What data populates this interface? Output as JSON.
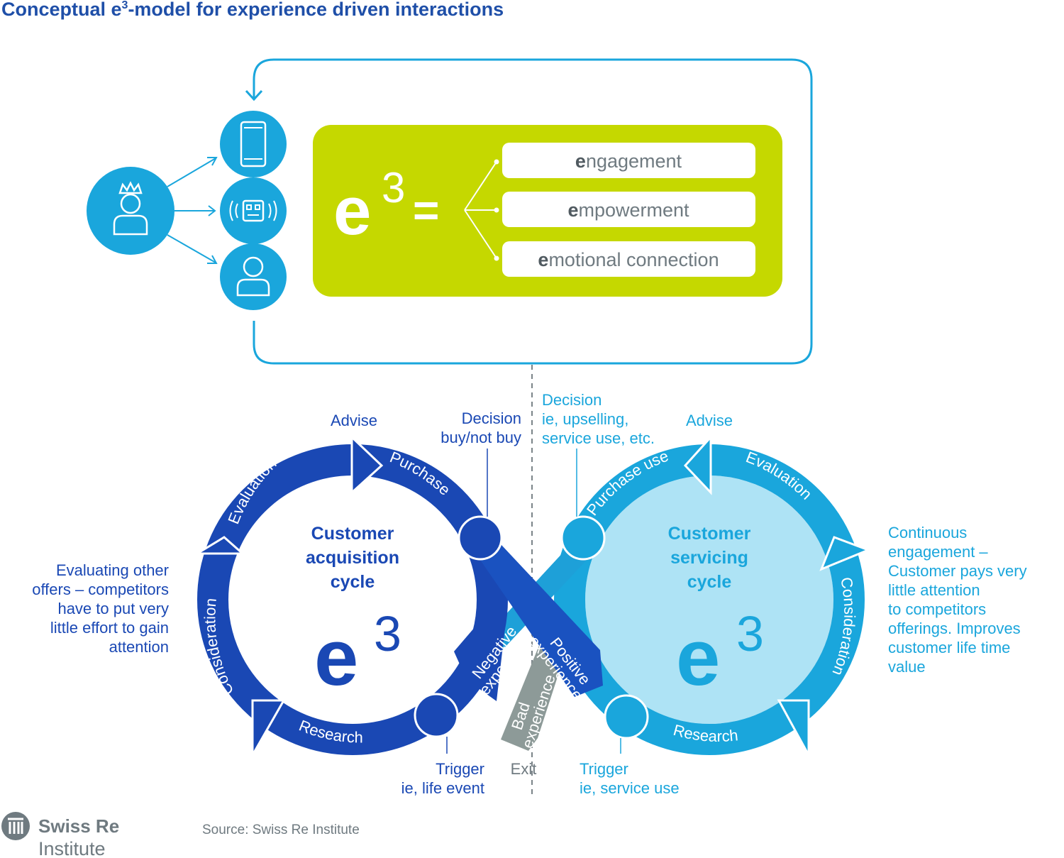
{
  "title_main": "Conceptual e",
  "title_sup": "3",
  "title_rest": "-model for experience driven interactions",
  "formula": {
    "e": "e",
    "exp": "3",
    "eq": "="
  },
  "pillars": [
    {
      "first": "e",
      "rest": "ngagement"
    },
    {
      "first": "e",
      "rest": "mpowerment"
    },
    {
      "first": "e",
      "rest": "motional connection"
    }
  ],
  "acquisition": {
    "title": [
      "Customer",
      "acquisition",
      "cycle"
    ],
    "e": "e",
    "exp": "3",
    "segments": {
      "evaluation": "Evaluation",
      "purchase": "Purchase",
      "consideration": "Consideration",
      "research": "Research"
    },
    "advise": "Advise",
    "decision": [
      "Decision",
      "buy/not buy"
    ],
    "trigger": [
      "Trigger",
      "ie, life event"
    ],
    "side_note": [
      "Evaluating other",
      "offers – competitors",
      "have to put very",
      "little effort to gain",
      "attention"
    ]
  },
  "servicing": {
    "title": [
      "Customer",
      "servicing",
      "cycle"
    ],
    "e": "e",
    "exp": "3",
    "segments": {
      "purchase_use": "Purchase use",
      "evaluation": "Evaluation",
      "consideration": "Consideration",
      "research": "Research"
    },
    "advise": "Advise",
    "decision": [
      "Decision",
      "ie, upselling,",
      "service use, etc."
    ],
    "trigger": [
      "Trigger",
      "ie, service use"
    ],
    "side_note": [
      "Continuous",
      "engagement –",
      "Customer pays very",
      "little attention",
      "to competitors",
      "offerings. Improves",
      "customer life time",
      "value"
    ]
  },
  "crossing": {
    "negative": [
      "Negative",
      "experience"
    ],
    "positive": [
      "Positive",
      "experience"
    ],
    "bad": [
      "Bad",
      "experience"
    ],
    "exit": "Exit"
  },
  "source": "Source: Swiss Re Institute",
  "logo": {
    "line1": "Swiss Re",
    "line2": "Institute"
  },
  "colors": {
    "dark_blue": "#1a48b4",
    "light_blue": "#1aa6dc",
    "lime": "#c5d800",
    "grey_arrow": "#8d9a98",
    "pale_blue": "#aee3f5"
  }
}
